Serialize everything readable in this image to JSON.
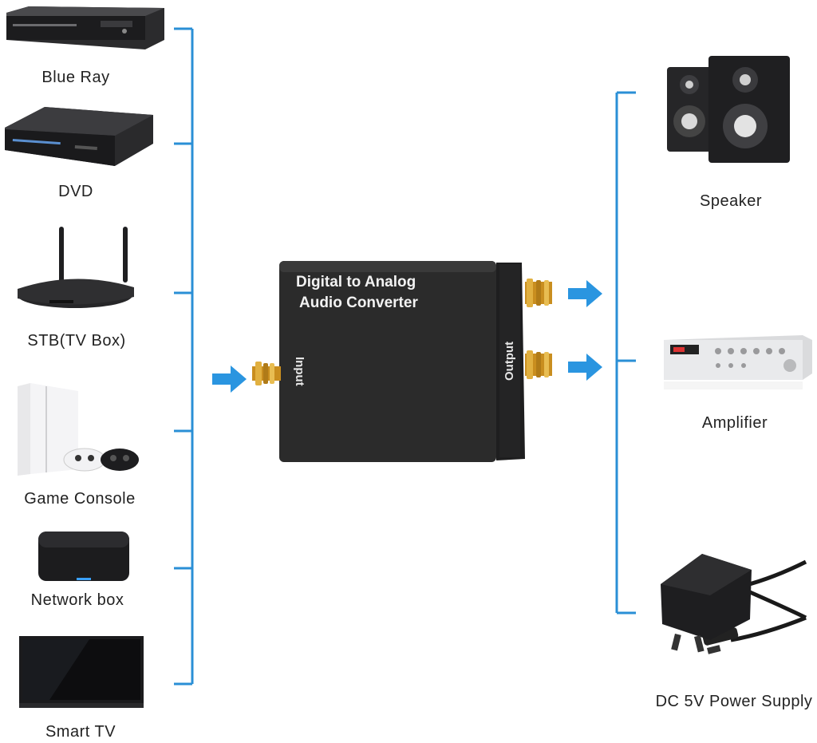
{
  "sources": [
    {
      "label": "Blue Ray",
      "icon": "bluray-player-icon"
    },
    {
      "label": "DVD",
      "icon": "dvd-player-icon"
    },
    {
      "label": "STB(TV Box)",
      "icon": "router-icon"
    },
    {
      "label": "Game Console",
      "icon": "game-console-icon"
    },
    {
      "label": "Network box",
      "icon": "network-box-icon"
    },
    {
      "label": "Smart TV",
      "icon": "smart-tv-icon"
    }
  ],
  "converter": {
    "title_line1": "Digital to Analog",
    "title_line2": "Audio Converter",
    "input_label": "Input",
    "output_label": "Output"
  },
  "outputs": [
    {
      "label": "Speaker",
      "icon": "speaker-icon"
    },
    {
      "label": "Amplifier",
      "icon": "amplifier-icon"
    },
    {
      "label": "DC 5V Power Supply",
      "icon": "power-adapter-icon"
    }
  ],
  "colors": {
    "bracket": "#2a8fd6",
    "arrow": "#2a95e0",
    "gold": "#d9a630"
  }
}
